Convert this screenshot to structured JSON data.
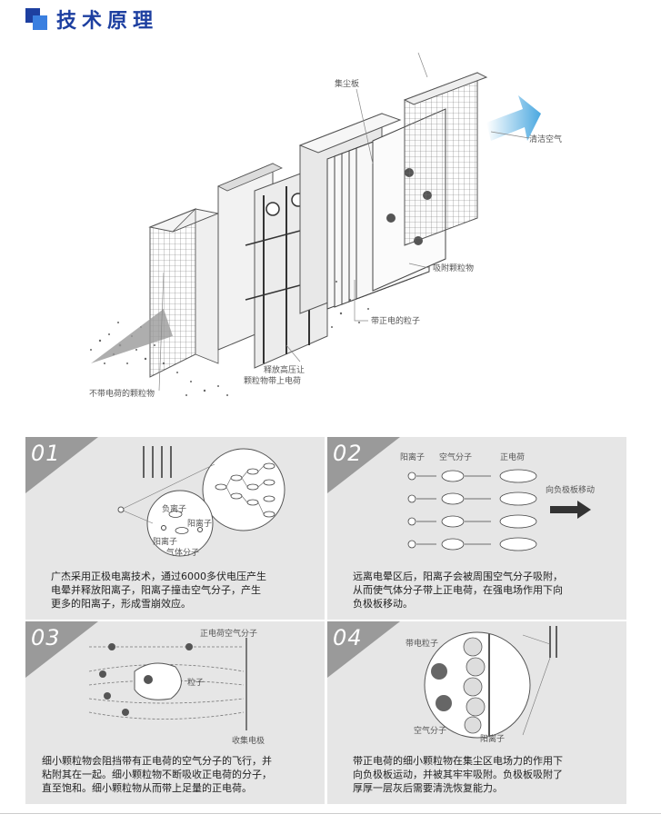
{
  "header": {
    "title": "技术原理",
    "icon": "square-icon",
    "accent": "#1d3fa0",
    "accent_light": "#3a7fe0"
  },
  "hero": {
    "labels": {
      "dust_plate": "集尘板",
      "clean_air": "清洁空气",
      "adsorbed_particles": "吸附颗粒物",
      "positive_particles": "带正电的粒子",
      "release_high_voltage_1": "释放高压让",
      "release_high_voltage_2": "颗粒物带上电荷",
      "uncharged_particles": "不带电荷的颗粒物"
    }
  },
  "panels": [
    {
      "num": "01",
      "labels": {
        "neg_ion": "负离子",
        "pos_ion": "阳离子",
        "pos_ion2": "阳离子",
        "gas_molecule": "气体分子"
      },
      "desc": [
        "广杰采用正极电离技术，通过6000多伏电压产生",
        "电晕并释放阳离子，阳离子撞击空气分子，产生",
        "更多的阳离子，形成雪崩效应。"
      ]
    },
    {
      "num": "02",
      "labels": {
        "pos_ion": "阳离子",
        "air_molecule": "空气分子",
        "positive_charge": "正电荷",
        "move_to_neg": "向负极板移动"
      },
      "desc": [
        "远离电晕区后，阳离子会被周围空气分子吸附，",
        "从而使气体分子带上正电荷，在强电场作用下向",
        "负极板移动。"
      ]
    },
    {
      "num": "03",
      "labels": {
        "charged_air": "正电荷空气分子",
        "particle": "粒子",
        "collector": "收集电极"
      },
      "desc": [
        "细小颗粒物会阻挡带有正电荷的空气分子的飞行，并",
        "粘附其在一起。细小颗粒物不断吸收正电荷的分子，",
        "直至饱和。细小颗粒物从而带上足量的正电荷。"
      ]
    },
    {
      "num": "04",
      "labels": {
        "charged_particle": "带电粒子",
        "air_molecule": "空气分子",
        "pos_ion": "阳离子"
      },
      "desc": [
        "带正电荷的细小颗粒物在集尘区电场力的作用下",
        "向负极板运动，并被其牢牢吸附。负极板吸附了",
        "厚厚一层灰后需要清洗恢复能力。"
      ]
    }
  ],
  "colors": {
    "panel_bg": "#e6e6e6",
    "corner": "#9a9a9a",
    "arrow_blue": "#5ab4e6"
  }
}
